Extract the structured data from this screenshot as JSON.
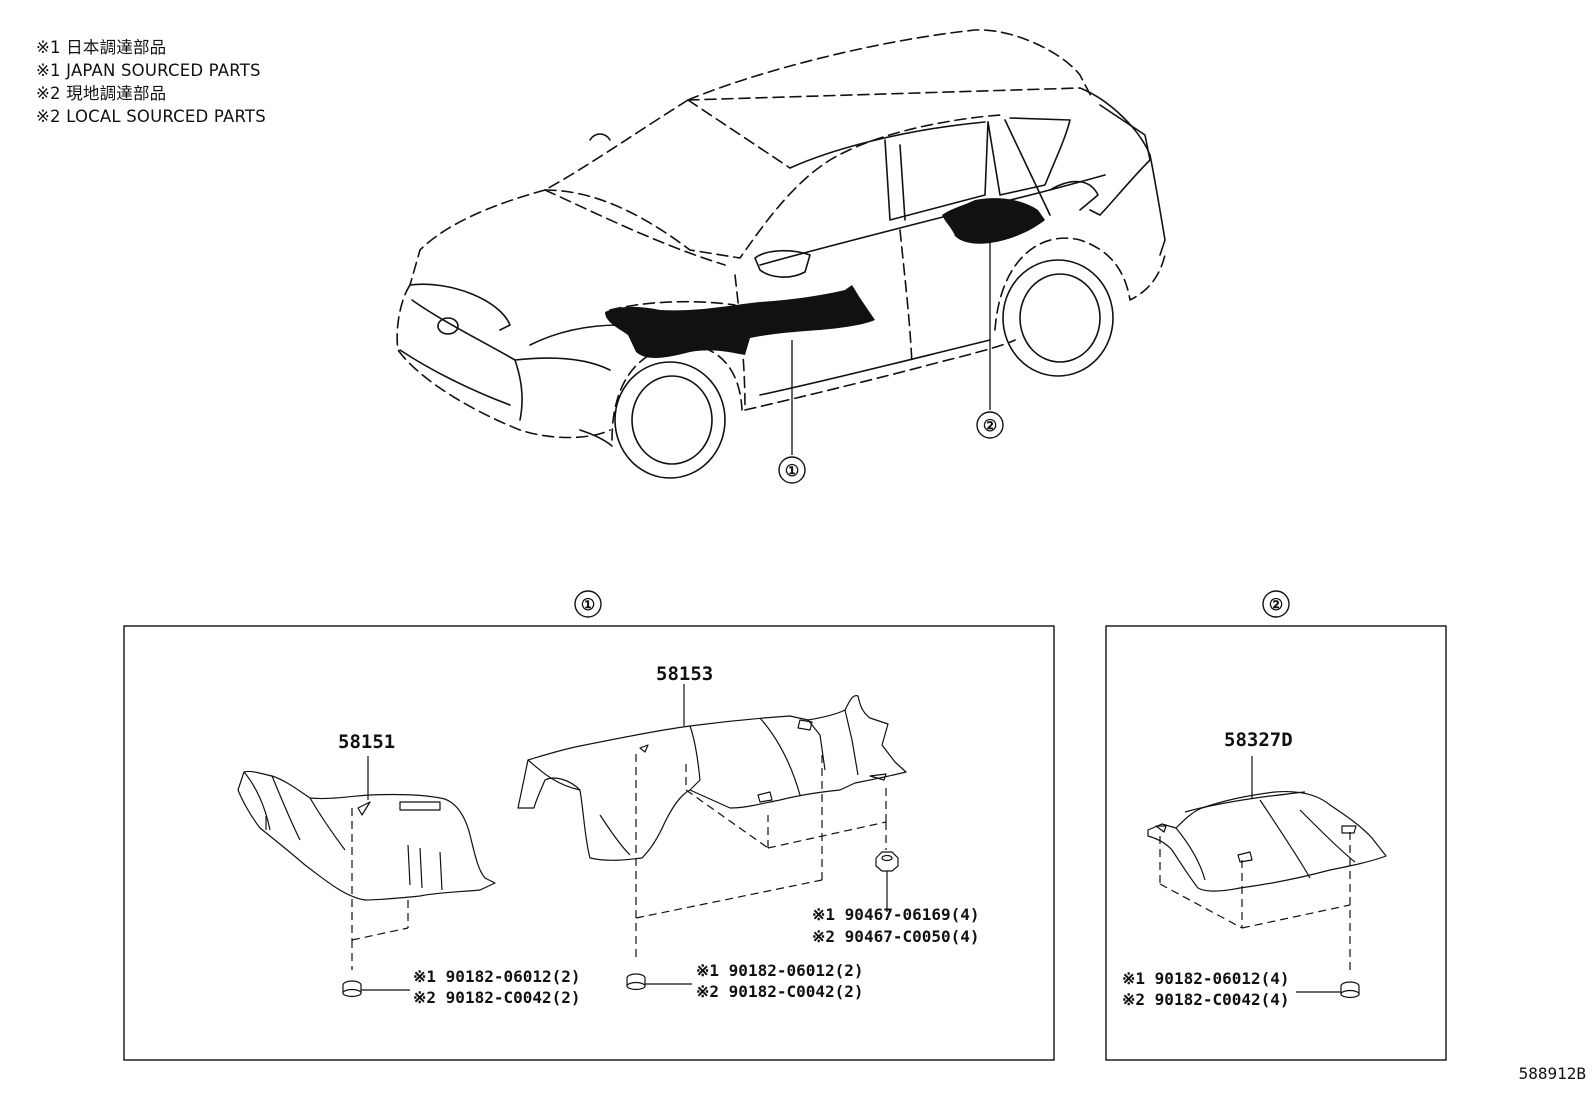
{
  "legend": [
    "※1 日本調達部品",
    "※1 JAPAN SOURCED PARTS",
    "※2 現地調達部品",
    "※2 LOCAL SOURCED PARTS"
  ],
  "figure_id": "588912B",
  "callouts": {
    "one": "①",
    "two": "②"
  },
  "panel1": {
    "title": "①",
    "parts": {
      "left": "58151",
      "right": "58153"
    },
    "fastener_a": [
      "※1 90182-06012(2)",
      "※2 90182-C0042(2)"
    ],
    "fastener_b": [
      "※1 90182-06012(2)",
      "※2 90182-C0042(2)"
    ],
    "fastener_c": [
      "※1 90467-06169(4)",
      "※2 90467-C0050(4)"
    ]
  },
  "panel2": {
    "title": "②",
    "part": "58327D",
    "fastener": [
      "※1 90182-06012(4)",
      "※2 90182-C0042(4)"
    ]
  }
}
